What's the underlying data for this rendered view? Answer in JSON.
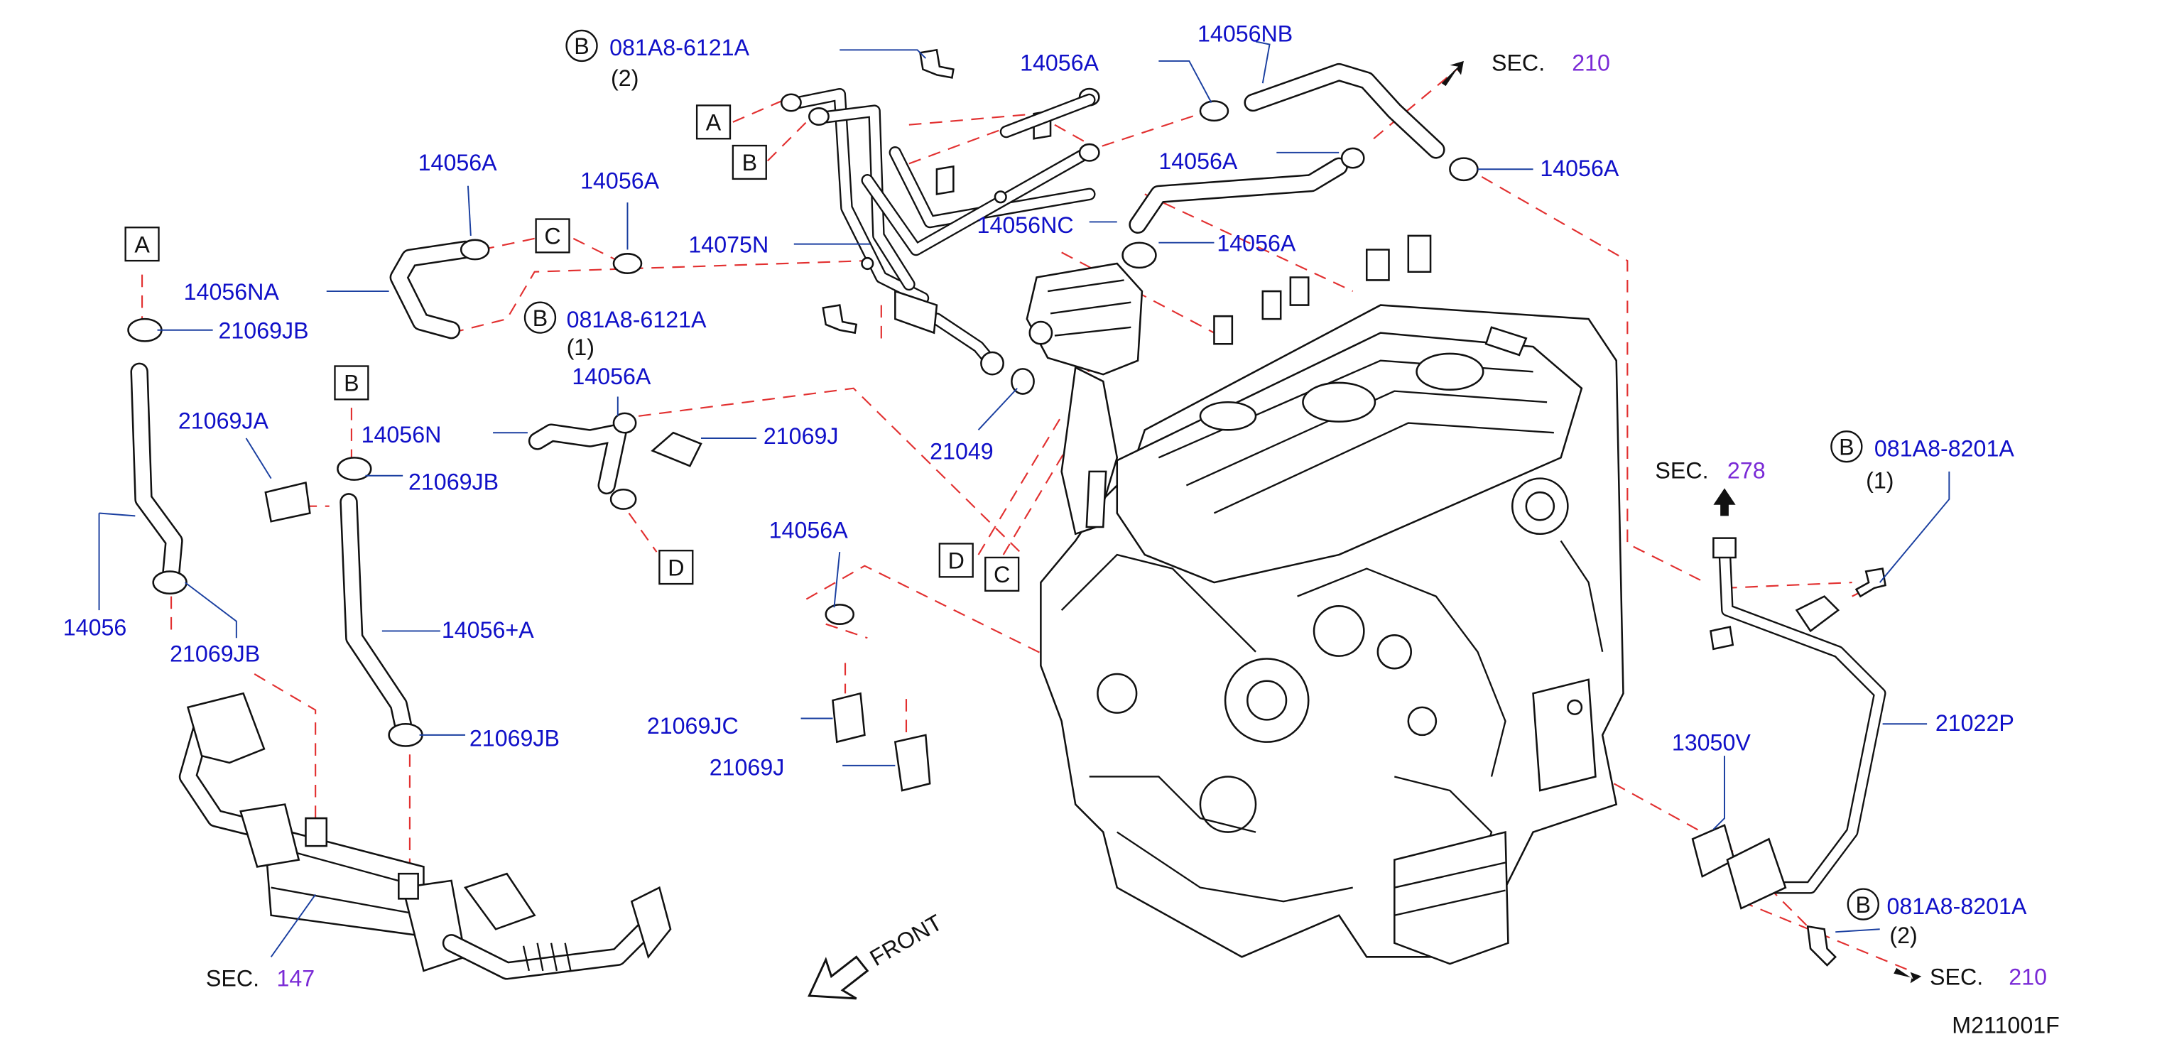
{
  "callouts": {
    "bolt_b_top": {
      "letter": "B",
      "code": "081A8-6121A",
      "qty": "(2)"
    },
    "bolt_b_mid": {
      "letter": "B",
      "code": "081A8-6121A",
      "qty": "(1)"
    },
    "bolt_b_right": {
      "letter": "B",
      "code": "081A8-8201A",
      "qty": "(1)"
    },
    "bolt_b_bottom": {
      "letter": "B",
      "code": "081A8-8201A",
      "qty": "(2)"
    },
    "part_numbers": {
      "p14056A_top": "14056A",
      "p14056NB": "14056NB",
      "p14056A_right1": "14056A",
      "p14056A_right2": "14056A",
      "p14056A_mid": "14056A",
      "p14056A_left": "14056A",
      "p14056A_left2": "14056A",
      "p14056NC": "14056NC",
      "p14056A_nc": "14056A",
      "p14075N": "14075N",
      "p14056NA": "14056NA",
      "p21069JB_a": "21069JB",
      "p14056A_n": "14056A",
      "p21069JA": "21069JA",
      "p14056N": "14056N",
      "p21069JB_b": "21069JB",
      "p21069J_top": "21069J",
      "p21049": "21049",
      "p14056": "14056",
      "p21069JB_c": "21069JB",
      "p14056plusA": "14056+A",
      "p14056A_low": "14056A",
      "p21069JB_d": "21069JB",
      "p21069JC": "21069JC",
      "p21069J_low": "21069J",
      "p13050V": "13050V",
      "p21022P": "21022P"
    },
    "letter_boxes": {
      "A_top": "A",
      "B_top": "B",
      "C_top": "C",
      "A_left": "A",
      "B_left": "B",
      "D_mid": "D",
      "D_engine": "D",
      "C_engine": "C"
    },
    "sections": {
      "sec210_top": {
        "label": "SEC.",
        "num": "210"
      },
      "sec278": {
        "label": "SEC.",
        "num": "278"
      },
      "sec147": {
        "label": "SEC.",
        "num": "147"
      },
      "sec210_bottom": {
        "label": "SEC.",
        "num": "210"
      }
    },
    "front_label": "FRONT",
    "diagram_id": "M211001F"
  },
  "colors": {
    "part_number": "#1010c8",
    "section_number": "#7a2ad6",
    "connection_line": "#e23030",
    "leader_line": "#1a3fa0",
    "ink": "#111111"
  }
}
